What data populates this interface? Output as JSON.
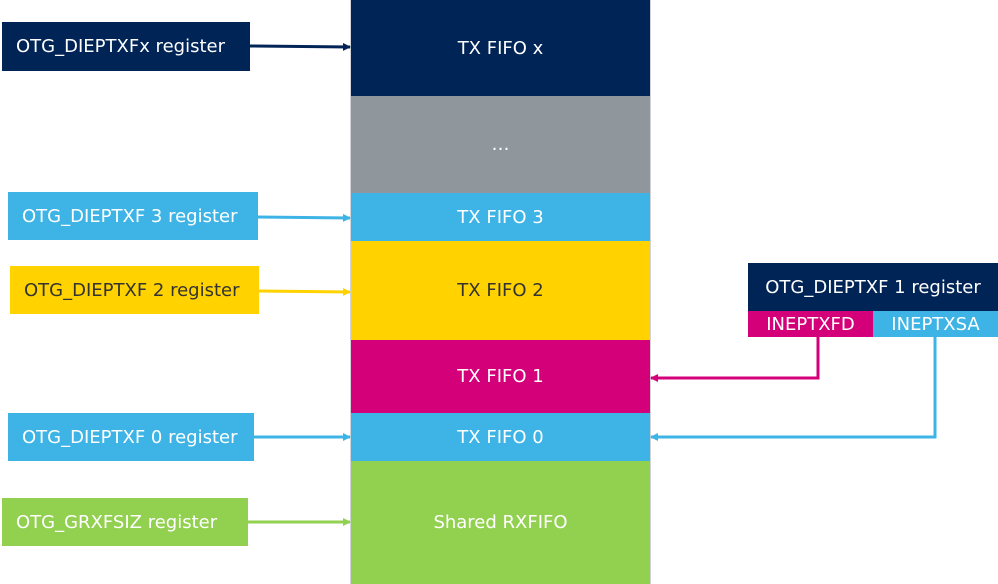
{
  "colors": {
    "navy": "#002456",
    "gray": "#8f969c",
    "sky": "#3db4e5",
    "yellow": "#ffd200",
    "magenta": "#d4007a",
    "green": "#92d050",
    "text_light": "#ffffff",
    "text_dark": "#333333"
  },
  "fifos": {
    "x": "TX FIFO  x",
    "dots": "…",
    "f3": "TX FIFO  3",
    "f2": "TX FIFO  2",
    "f1": "TX FIFO  1",
    "f0": "TX FIFO  0",
    "rx": "Shared RXFIFO"
  },
  "registers": {
    "dieptxfx": "OTG_DIEPTXFx register",
    "dieptxf3": "OTG_DIEPTXF 3 register",
    "dieptxf2": "OTG_DIEPTXF 2 register",
    "dieptxf1": "OTG_DIEPTXF 1 register",
    "dieptxf0": "OTG_DIEPTXF 0 register",
    "grxfsiz": "OTG_GRXFSIZ register"
  },
  "fields": {
    "ineptxfd": "INEPTXFD",
    "ineptxsa": "INEPTXSA"
  }
}
